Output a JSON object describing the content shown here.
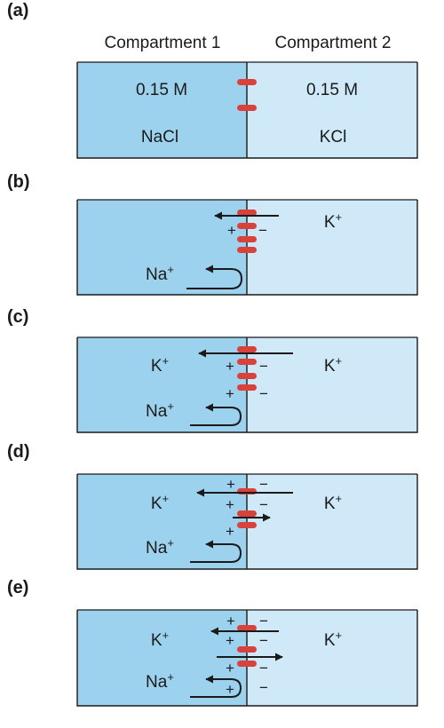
{
  "colors": {
    "left_fill": "#9dd2ef",
    "right_fill": "#cfe9f8",
    "channel": "#d9413b",
    "line": "#1a1a1a"
  },
  "headers": {
    "left": "Compartment 1",
    "right": "Compartment 2"
  },
  "panels": [
    {
      "letter": "(a)",
      "left_conc": "0.15 M",
      "right_conc": "0.15 M",
      "left_salt": "NaCl",
      "right_salt": "KCl"
    },
    {
      "letter": "(b)",
      "ion_k": "K+",
      "ion_na": "Na+"
    },
    {
      "letter": "(c)",
      "ion_k_left": "K+",
      "ion_k_right": "K+",
      "ion_na": "Na+"
    },
    {
      "letter": "(d)",
      "ion_k_left": "K+",
      "ion_k_right": "K+",
      "ion_na": "Na+"
    },
    {
      "letter": "(e)",
      "ion_k_left": "K+",
      "ion_k_right": "K+",
      "ion_na": "Na+"
    }
  ],
  "signs": {
    "plus": "+",
    "minus": "−"
  }
}
